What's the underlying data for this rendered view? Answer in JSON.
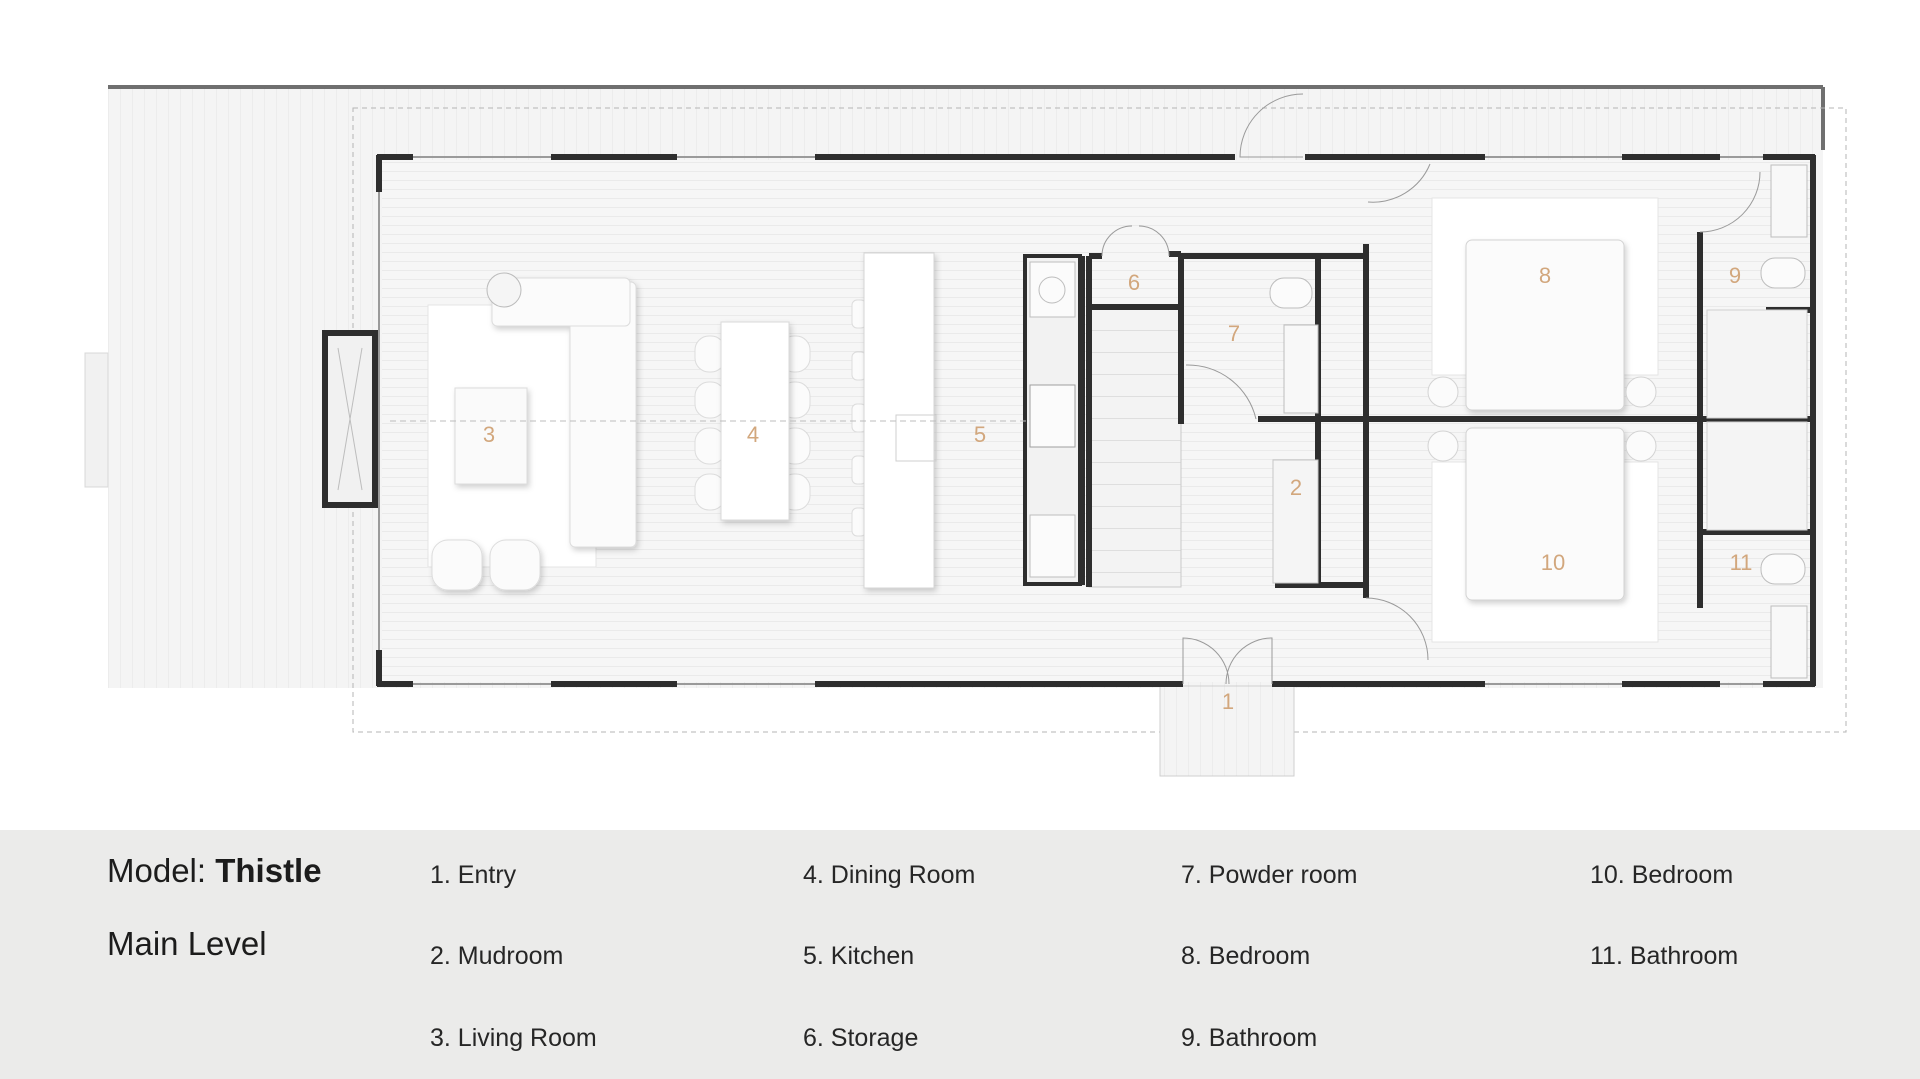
{
  "plan": {
    "room_numbers": [
      "1",
      "2",
      "3",
      "4",
      "5",
      "6",
      "7",
      "8",
      "9",
      "10",
      "11"
    ]
  },
  "legend": {
    "model_label": "Model:",
    "model_name": "Thistle",
    "level": "Main Level",
    "items": [
      "1. Entry",
      "2. Mudroom",
      "3. Living Room",
      "4. Dining Room",
      "5. Kitchen",
      "6. Storage",
      "7. Powder room",
      "8. Bedroom",
      "9. Bathroom",
      "10. Bedroom",
      "11. Bathroom"
    ]
  },
  "colors": {
    "room_number": "#d2a77d",
    "wall": "#2e2e2e",
    "panel": "#ebebea"
  }
}
